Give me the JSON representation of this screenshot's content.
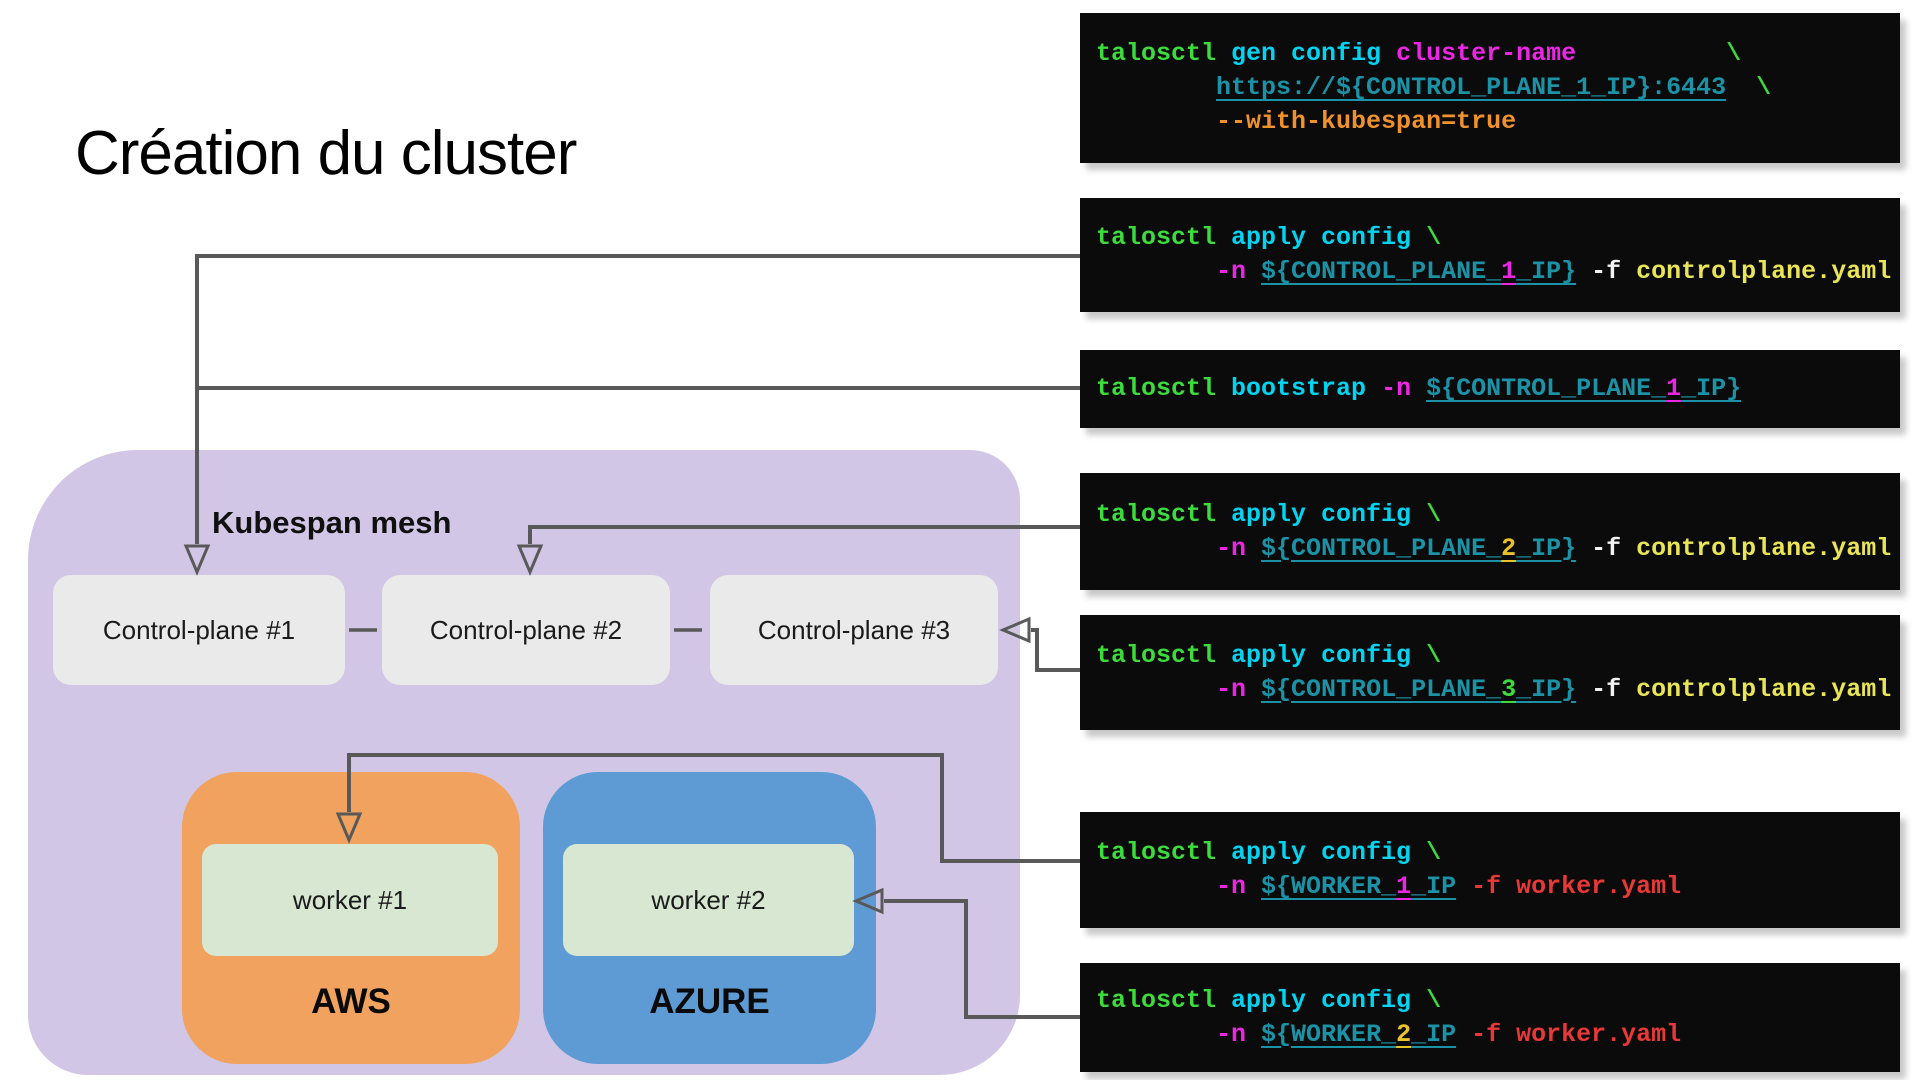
{
  "title": "Création du cluster",
  "mesh": {
    "label": "Kubespan mesh",
    "control_planes": [
      "Control-plane #1",
      "Control-plane #2",
      "Control-plane #3"
    ],
    "clouds": [
      {
        "name": "AWS",
        "worker": "worker #1"
      },
      {
        "name": "AZURE",
        "worker": "worker #2"
      }
    ]
  },
  "colors": {
    "mesh_purple": "#d2c6e6",
    "control_plane_gray": "#eaeaea",
    "aws_orange": "#f0a25e",
    "azure_blue": "#5e9bd4",
    "worker_green": "#d7e7d1",
    "arrow_gray": "#595959",
    "terminal_background": "#0b0b0b"
  },
  "palette": {
    "green": "#3bdc3b",
    "cyan": "#00d4f0",
    "magenta": "#ed25e4",
    "teal": "#1b92a5",
    "orange": "#f0922b",
    "yellow": "#e9e556",
    "gold": "#e9c229",
    "red": "#e93838",
    "white": "#f2f2f2",
    "plain": "#ffffff"
  },
  "terminals": [
    {
      "name": "gen-config",
      "lines": [
        [
          {
            "t": "talosctl ",
            "c": "green"
          },
          {
            "t": "gen config ",
            "c": "cyan"
          },
          {
            "t": "cluster-name",
            "c": "magenta"
          },
          {
            "t": "          ",
            "c": "plain"
          },
          {
            "t": "\\",
            "c": "green"
          }
        ],
        [
          {
            "t": "        ",
            "c": "plain"
          },
          {
            "t": "https://${CONTROL_PLANE_1_IP}:6443",
            "c": "teal",
            "u": true
          },
          {
            "t": "  ",
            "c": "plain"
          },
          {
            "t": "\\",
            "c": "green"
          }
        ],
        [
          {
            "t": "        ",
            "c": "plain"
          },
          {
            "t": "--with-kubespan=true",
            "c": "orange"
          }
        ]
      ]
    },
    {
      "name": "apply-config-cp1",
      "lines": [
        [
          {
            "t": "talosctl ",
            "c": "green"
          },
          {
            "t": "apply config ",
            "c": "cyan"
          },
          {
            "t": "\\",
            "c": "green"
          }
        ],
        [
          {
            "t": "        ",
            "c": "plain"
          },
          {
            "t": "-n ",
            "c": "magenta"
          },
          {
            "t": "${CONTROL_PLANE_",
            "c": "teal",
            "u": true
          },
          {
            "t": "1",
            "c": "magenta",
            "u": true
          },
          {
            "t": "_IP}",
            "c": "teal",
            "u": true
          },
          {
            "t": " ",
            "c": "plain"
          },
          {
            "t": "-f ",
            "c": "white"
          },
          {
            "t": "controlplane.yaml",
            "c": "yellow"
          }
        ]
      ]
    },
    {
      "name": "bootstrap",
      "lines": [
        [
          {
            "t": "talosctl ",
            "c": "green"
          },
          {
            "t": "bootstrap ",
            "c": "cyan"
          },
          {
            "t": "-n ",
            "c": "magenta"
          },
          {
            "t": "${CONTROL_PLANE_",
            "c": "teal",
            "u": true
          },
          {
            "t": "1",
            "c": "magenta",
            "u": true
          },
          {
            "t": "_IP}",
            "c": "teal",
            "u": true
          }
        ]
      ]
    },
    {
      "name": "apply-config-cp2",
      "lines": [
        [
          {
            "t": "talosctl ",
            "c": "green"
          },
          {
            "t": "apply config ",
            "c": "cyan"
          },
          {
            "t": "\\",
            "c": "green"
          }
        ],
        [
          {
            "t": "        ",
            "c": "plain"
          },
          {
            "t": "-n ",
            "c": "magenta"
          },
          {
            "t": "${CONTROL_PLANE_",
            "c": "teal",
            "u": true
          },
          {
            "t": "2",
            "c": "gold",
            "u": true
          },
          {
            "t": "_IP}",
            "c": "teal",
            "u": true
          },
          {
            "t": " ",
            "c": "plain"
          },
          {
            "t": "-f ",
            "c": "white"
          },
          {
            "t": "controlplane.yaml",
            "c": "yellow"
          }
        ]
      ]
    },
    {
      "name": "apply-config-cp3",
      "lines": [
        [
          {
            "t": "talosctl ",
            "c": "green"
          },
          {
            "t": "apply config ",
            "c": "cyan"
          },
          {
            "t": "\\",
            "c": "green"
          }
        ],
        [
          {
            "t": "        ",
            "c": "plain"
          },
          {
            "t": "-n ",
            "c": "magenta"
          },
          {
            "t": "${CONTROL_PLANE_",
            "c": "teal",
            "u": true
          },
          {
            "t": "3",
            "c": "green",
            "u": true
          },
          {
            "t": "_IP}",
            "c": "teal",
            "u": true
          },
          {
            "t": " ",
            "c": "plain"
          },
          {
            "t": "-f ",
            "c": "white"
          },
          {
            "t": "controlplane.yaml",
            "c": "yellow"
          }
        ]
      ]
    },
    {
      "name": "apply-config-worker1",
      "lines": [
        [
          {
            "t": "talosctl ",
            "c": "green"
          },
          {
            "t": "apply config ",
            "c": "cyan"
          },
          {
            "t": "\\",
            "c": "green"
          }
        ],
        [
          {
            "t": "        ",
            "c": "plain"
          },
          {
            "t": "-n ",
            "c": "magenta"
          },
          {
            "t": "${WORKER_",
            "c": "teal",
            "u": true
          },
          {
            "t": "1",
            "c": "magenta",
            "u": true
          },
          {
            "t": "_IP",
            "c": "teal",
            "u": true
          },
          {
            "t": " ",
            "c": "plain"
          },
          {
            "t": "-f worker.yaml",
            "c": "red"
          }
        ]
      ]
    },
    {
      "name": "apply-config-worker2",
      "lines": [
        [
          {
            "t": "talosctl ",
            "c": "green"
          },
          {
            "t": "apply config ",
            "c": "cyan"
          },
          {
            "t": "\\",
            "c": "green"
          }
        ],
        [
          {
            "t": "        ",
            "c": "plain"
          },
          {
            "t": "-n ",
            "c": "magenta"
          },
          {
            "t": "${WORKER_",
            "c": "teal",
            "u": true
          },
          {
            "t": "2",
            "c": "gold",
            "u": true
          },
          {
            "t": "_IP",
            "c": "teal",
            "u": true
          },
          {
            "t": " ",
            "c": "plain"
          },
          {
            "t": "-f worker.yaml",
            "c": "red"
          }
        ]
      ]
    }
  ]
}
